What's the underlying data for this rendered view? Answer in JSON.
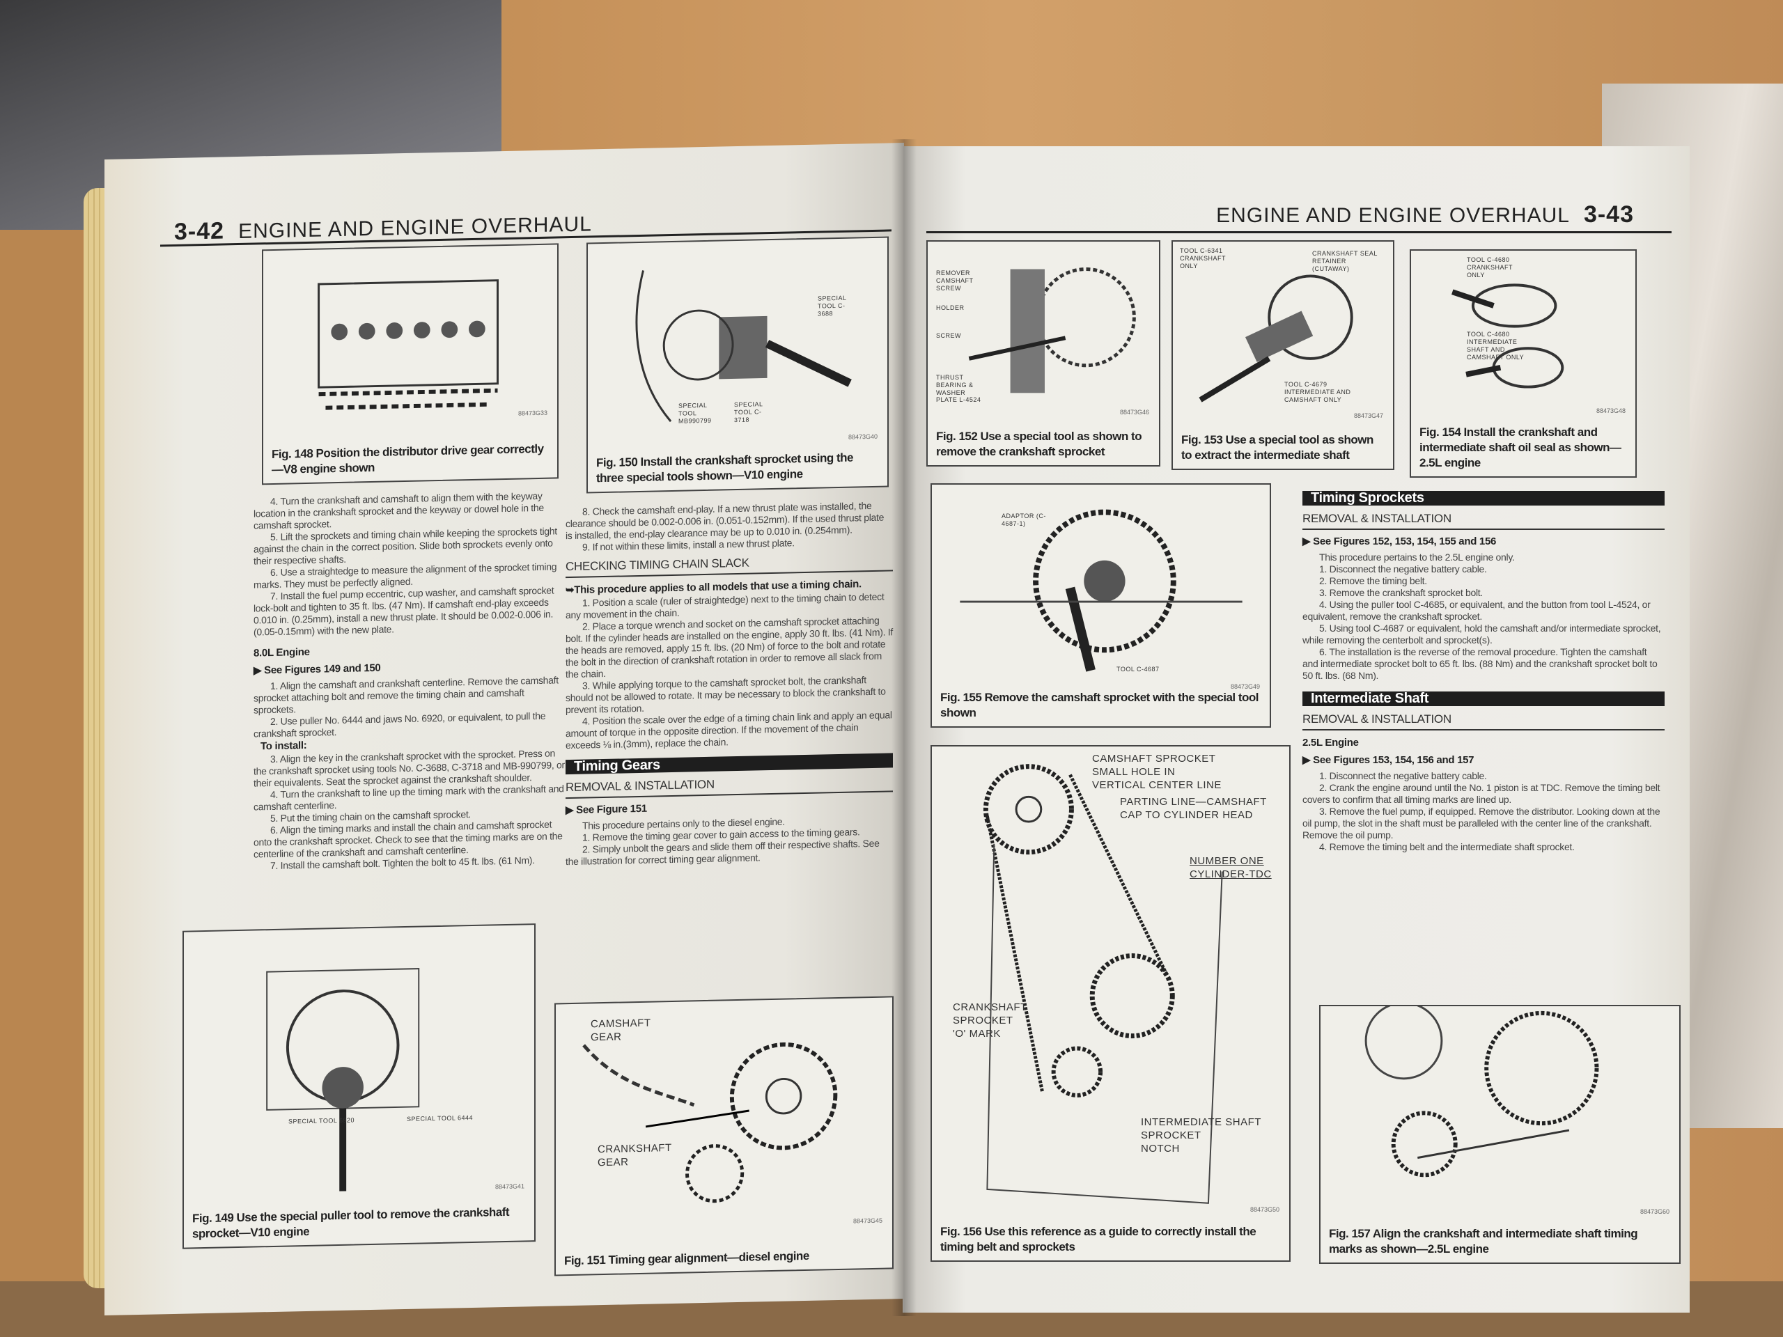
{
  "left_page": {
    "page_number": "3-42",
    "title": "ENGINE AND ENGINE OVERHAUL",
    "fig148": {
      "caption": "Fig. 148 Position the distributor drive gear correctly—V8 engine shown",
      "code": "88473G33"
    },
    "col1": {
      "steps_a": [
        "4. Turn the crankshaft and camshaft to align them with the keyway location in the crankshaft sprocket and the keyway or dowel hole in the camshaft sprocket.",
        "5. Lift the sprockets and timing chain while keeping the sprockets tight against the chain in the correct position. Slide both sprockets evenly onto their respective shafts.",
        "6. Use a straightedge to measure the alignment of the sprocket timing marks. They must be perfectly aligned.",
        "7. Install the fuel pump eccentric, cup washer, and camshaft sprocket lock-bolt and tighten to 35 ft. lbs. (47 Nm). If camshaft end-play exceeds 0.010 in. (0.25mm), install a new thrust plate. It should be 0.002-0.006 in. (0.05-0.15mm) with the new plate."
      ],
      "engine_heading": "8.0L Engine",
      "see_figures": "See Figures 149 and 150",
      "steps_b": [
        "1. Align the camshaft and crankshaft centerline. Remove the camshaft sprocket attaching bolt and remove the timing chain and camshaft sprockets.",
        "2. Use puller No. 6444 and jaws No. 6920, or equivalent, to pull the crankshaft sprocket."
      ],
      "to_install": "To install:",
      "steps_c": [
        "3. Align the key in the crankshaft sprocket with the sprocket. Press on the crankshaft sprocket using tools No. C-3688, C-3718 and MB-990799, or their equivalents. Seat the sprocket against the crankshaft shoulder.",
        "4. Turn the crankshaft to line up the timing mark with the crankshaft and camshaft centerline.",
        "5. Put the timing chain on the camshaft sprocket.",
        "6. Align the timing marks and install the chain and camshaft sprocket onto the crankshaft sprocket. Check to see that the timing marks are on the centerline of the crankshaft and camshaft centerline.",
        "7. Install the camshaft bolt. Tighten the bolt to 45 ft. lbs. (61 Nm)."
      ]
    },
    "fig149": {
      "caption": "Fig. 149 Use the special puller tool to remove the crankshaft sprocket—V10 engine",
      "labels": [
        "SPECIAL TOOL 6920",
        "SPECIAL TOOL 6444"
      ],
      "code": "88473G41"
    },
    "fig150": {
      "caption": "Fig. 150 Install the crankshaft sprocket using the three special tools shown—V10 engine",
      "labels": [
        "SPECIAL TOOL C-3688",
        "SPECIAL TOOL MB990799",
        "SPECIAL TOOL C-3718"
      ],
      "code": "88473G40"
    },
    "col2": {
      "steps_a": [
        "8. Check the camshaft end-play. If a new thrust plate was installed, the clearance should be 0.002-0.006 in. (0.051-0.152mm). If the used thrust plate is installed, the end-play clearance may be up to 0.010 in. (0.254mm).",
        "9. If not within these limits, install a new thrust plate."
      ],
      "subheading": "CHECKING TIMING CHAIN SLACK",
      "note": "This procedure applies to all models that use a timing chain.",
      "steps_b": [
        "1. Position a scale (ruler of straightedge) next to the timing chain to detect any movement in the chain.",
        "2. Place a torque wrench and socket on the camshaft sprocket attaching bolt. If the cylinder heads are installed on the engine, apply 30 ft. lbs. (41 Nm). If the heads are removed, apply 15 ft. lbs. (20 Nm) of force to the bolt and rotate the bolt in the direction of crankshaft rotation in order to remove all slack from the chain.",
        "3. While applying torque to the camshaft sprocket bolt, the crankshaft should not be allowed to rotate. It may be necessary to block the crankshaft to prevent its rotation.",
        "4. Position the scale over the edge of a timing chain link and apply an equal amount of torque in the opposite direction. If the movement of the chain exceeds ⅛ in.(3mm), replace the chain."
      ],
      "section": "Timing Gears",
      "removal": "REMOVAL & INSTALLATION",
      "see_figure": "See Figure 151",
      "steps_c": [
        "This procedure pertains only to the diesel engine.",
        "1. Remove the timing gear cover to gain access to the timing gears.",
        "2. Simply unbolt the gears and slide them off their respective shafts. See the illustration for correct timing gear alignment."
      ]
    },
    "fig151": {
      "caption": "Fig. 151 Timing gear alignment—diesel engine",
      "labels": [
        "CAMSHAFT GEAR",
        "CRANKSHAFT GEAR"
      ],
      "code": "88473G45"
    }
  },
  "right_page": {
    "page_number": "3-43",
    "title": "ENGINE AND ENGINE OVERHAUL",
    "fig152": {
      "caption": "Fig. 152 Use a special tool as shown to remove the crankshaft sprocket",
      "labels": [
        "REMOVER CAMSHAFT SCREW",
        "HOLDER",
        "SCREW",
        "THRUST BEARING & WASHER",
        "PLATE L-4524"
      ],
      "code": "88473G46"
    },
    "fig153": {
      "caption": "Fig. 153 Use a special tool as shown to extract the intermediate shaft",
      "labels": [
        "TOOL C-6341 CRANKSHAFT ONLY",
        "CRANKSHAFT SEAL RETAINER (CUTAWAY)",
        "TOOL C-4679 INTERMEDIATE AND CAMSHAFT ONLY"
      ],
      "code": "88473G47"
    },
    "fig154": {
      "caption": "Fig. 154 Install the crankshaft and intermediate shaft oil seal as shown—2.5L engine",
      "labels": [
        "TOOL C-4680 CRANKSHAFT ONLY",
        "TOOL C-4680 INTERMEDIATE SHAFT AND CAMSHAFT ONLY"
      ],
      "code": "88473G48"
    },
    "fig155": {
      "caption": "Fig. 155 Remove the camshaft sprocket with the special tool shown",
      "labels": [
        "ADAPTOR (C-4687-1)",
        "TOOL C-4687"
      ],
      "code": "88473G49"
    },
    "fig156": {
      "caption": "Fig. 156 Use this reference as a guide to correctly install the timing belt and sprockets",
      "labels": [
        "CAMSHAFT SPROCKET",
        "SMALL HOLE IN",
        "VERTICAL CENTER LINE",
        "PARTING LINE—CAMSHAFT",
        "CAP TO CYLINDER HEAD",
        "NUMBER ONE",
        "CYLINDER-TDC",
        "CRANKSHAFT",
        "SPROCKET",
        "'O' MARK",
        "INTERMEDIATE SHAFT",
        "SPROCKET",
        "NOTCH"
      ],
      "code": "88473G50"
    },
    "col": {
      "section1": "Timing Sprockets",
      "removal1": "REMOVAL & INSTALLATION",
      "see1": "See Figures 152, 153, 154, 155 and 156",
      "steps1": [
        "This procedure pertains to the 2.5L engine only.",
        "1. Disconnect the negative battery cable.",
        "2. Remove the timing belt.",
        "3. Remove the crankshaft sprocket bolt.",
        "4. Using the puller tool C-4685, or equivalent, and the button from tool L-4524, or equivalent, remove the crankshaft sprocket.",
        "5. Using tool C-4687 or equivalent, hold the camshaft and/or intermediate sprocket, while removing the centerbolt and sprocket(s).",
        "6. The installation is the reverse of the removal procedure. Tighten the camshaft and intermediate sprocket bolt to 65 ft. lbs. (88 Nm) and the crankshaft sprocket bolt to 50 ft. lbs. (68 Nm)."
      ],
      "section2": "Intermediate Shaft",
      "removal2": "REMOVAL & INSTALLATION",
      "engine": "2.5L Engine",
      "see2": "See Figures 153, 154, 156 and 157",
      "steps2": [
        "1. Disconnect the negative battery cable.",
        "2. Crank the engine around until the No. 1 piston is at TDC. Remove the timing belt covers to confirm that all timing marks are lined up.",
        "3. Remove the fuel pump, if equipped. Remove the distributor. Looking down at the oil pump, the slot in the shaft must be paralleled with the center line of the crankshaft. Remove the oil pump.",
        "4. Remove the timing belt and the intermediate shaft sprocket."
      ]
    },
    "fig157": {
      "caption": "Fig. 157 Align the crankshaft and intermediate shaft timing marks as shown—2.5L engine",
      "code": "88473G60"
    }
  }
}
